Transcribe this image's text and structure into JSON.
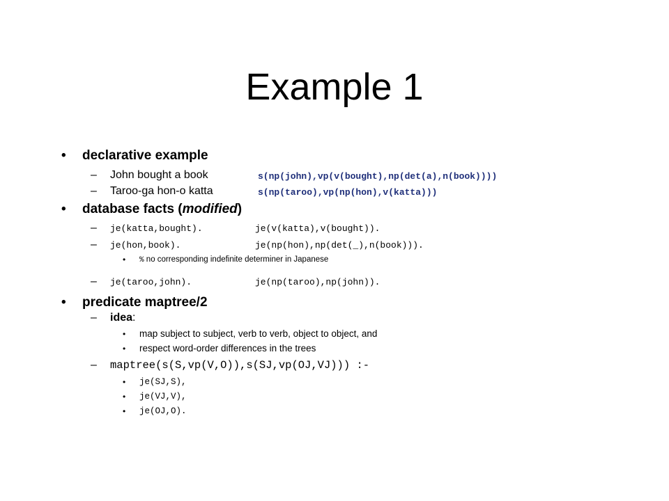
{
  "title": "Example 1",
  "bullet_char": "•",
  "dash_char": "–",
  "sections": {
    "declarative": {
      "heading": "declarative example",
      "row1_text": "John bought a book",
      "row1_code": "s(np(john),vp(v(bought),np(det(a),n(book))))",
      "row2_text": "Taroo-ga hon-o katta",
      "row2_code": "s(np(taroo),vp(np(hon),v(katta)))"
    },
    "database": {
      "heading_prefix": "database facts (",
      "heading_italic": "modified",
      "heading_suffix": ")",
      "fact1_a": "je(katta,bought).",
      "fact1_b": "je(v(katta),v(bought)).",
      "fact2_a": "je(hon,book).",
      "fact2_b": "je(np(hon),np(det(_),n(book))).",
      "note_mark": "%",
      "note_text": " no corresponding indefinite determiner in Japanese",
      "fact3_a": "je(taroo,john).",
      "fact3_b": "je(np(taroo),np(john))."
    },
    "predicate": {
      "heading": "predicate maptree/2",
      "idea_label": "idea",
      "idea_colon": ":",
      "idea_1": "map subject to subject, verb to verb, object to object, and",
      "idea_2": "respect word-order differences in the trees",
      "rule_head": "maptree(s(S,vp(V,O)),s(SJ,vp(OJ,VJ))) :-",
      "body_1": "je(SJ,S),",
      "body_2": "je(VJ,V),",
      "body_3": "je(OJ,O)."
    }
  }
}
